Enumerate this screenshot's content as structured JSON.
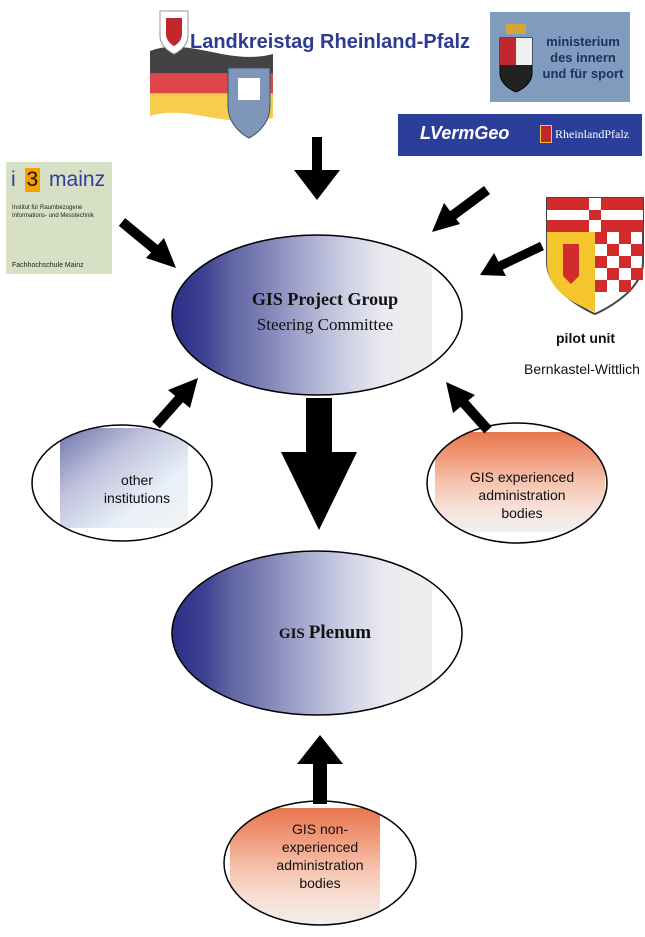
{
  "logos": {
    "landkreistag": "Landkreistag Rheinland-Pfalz",
    "ministerium": [
      "ministerium",
      "des innern",
      "und für sport"
    ],
    "lvermgeo": "LVermGeo",
    "rheinlandpfalz": "RheinlandPfalz",
    "i3mainz": {
      "title_i": "i",
      "title_3": "3",
      "title_mainz": "mainz",
      "subtitle": [
        "Institut für Raumbezogene",
        "Informations- und Messtechnik"
      ],
      "footer": "Fachhochschule Mainz"
    }
  },
  "pilot": {
    "label": "pilot unit",
    "name": "Bernkastel-Wittlich"
  },
  "nodes": {
    "project_group": {
      "line1": "GIS Project Group",
      "line2": "Steering Committee"
    },
    "plenum": {
      "prefix": "GIS",
      "main": "Plenum"
    },
    "other_institutions": [
      "other",
      "institutions"
    ],
    "experienced": [
      "GIS experienced",
      "administration",
      "bodies"
    ],
    "non_experienced": [
      "GIS non-",
      "experienced",
      "administration",
      "bodies"
    ]
  },
  "colors": {
    "blue_dark": "#2b2f86",
    "blue_light": "#e9e9ef",
    "orange": "#e9825a",
    "pale": "#f1f1f1",
    "arrow": "#000000"
  }
}
